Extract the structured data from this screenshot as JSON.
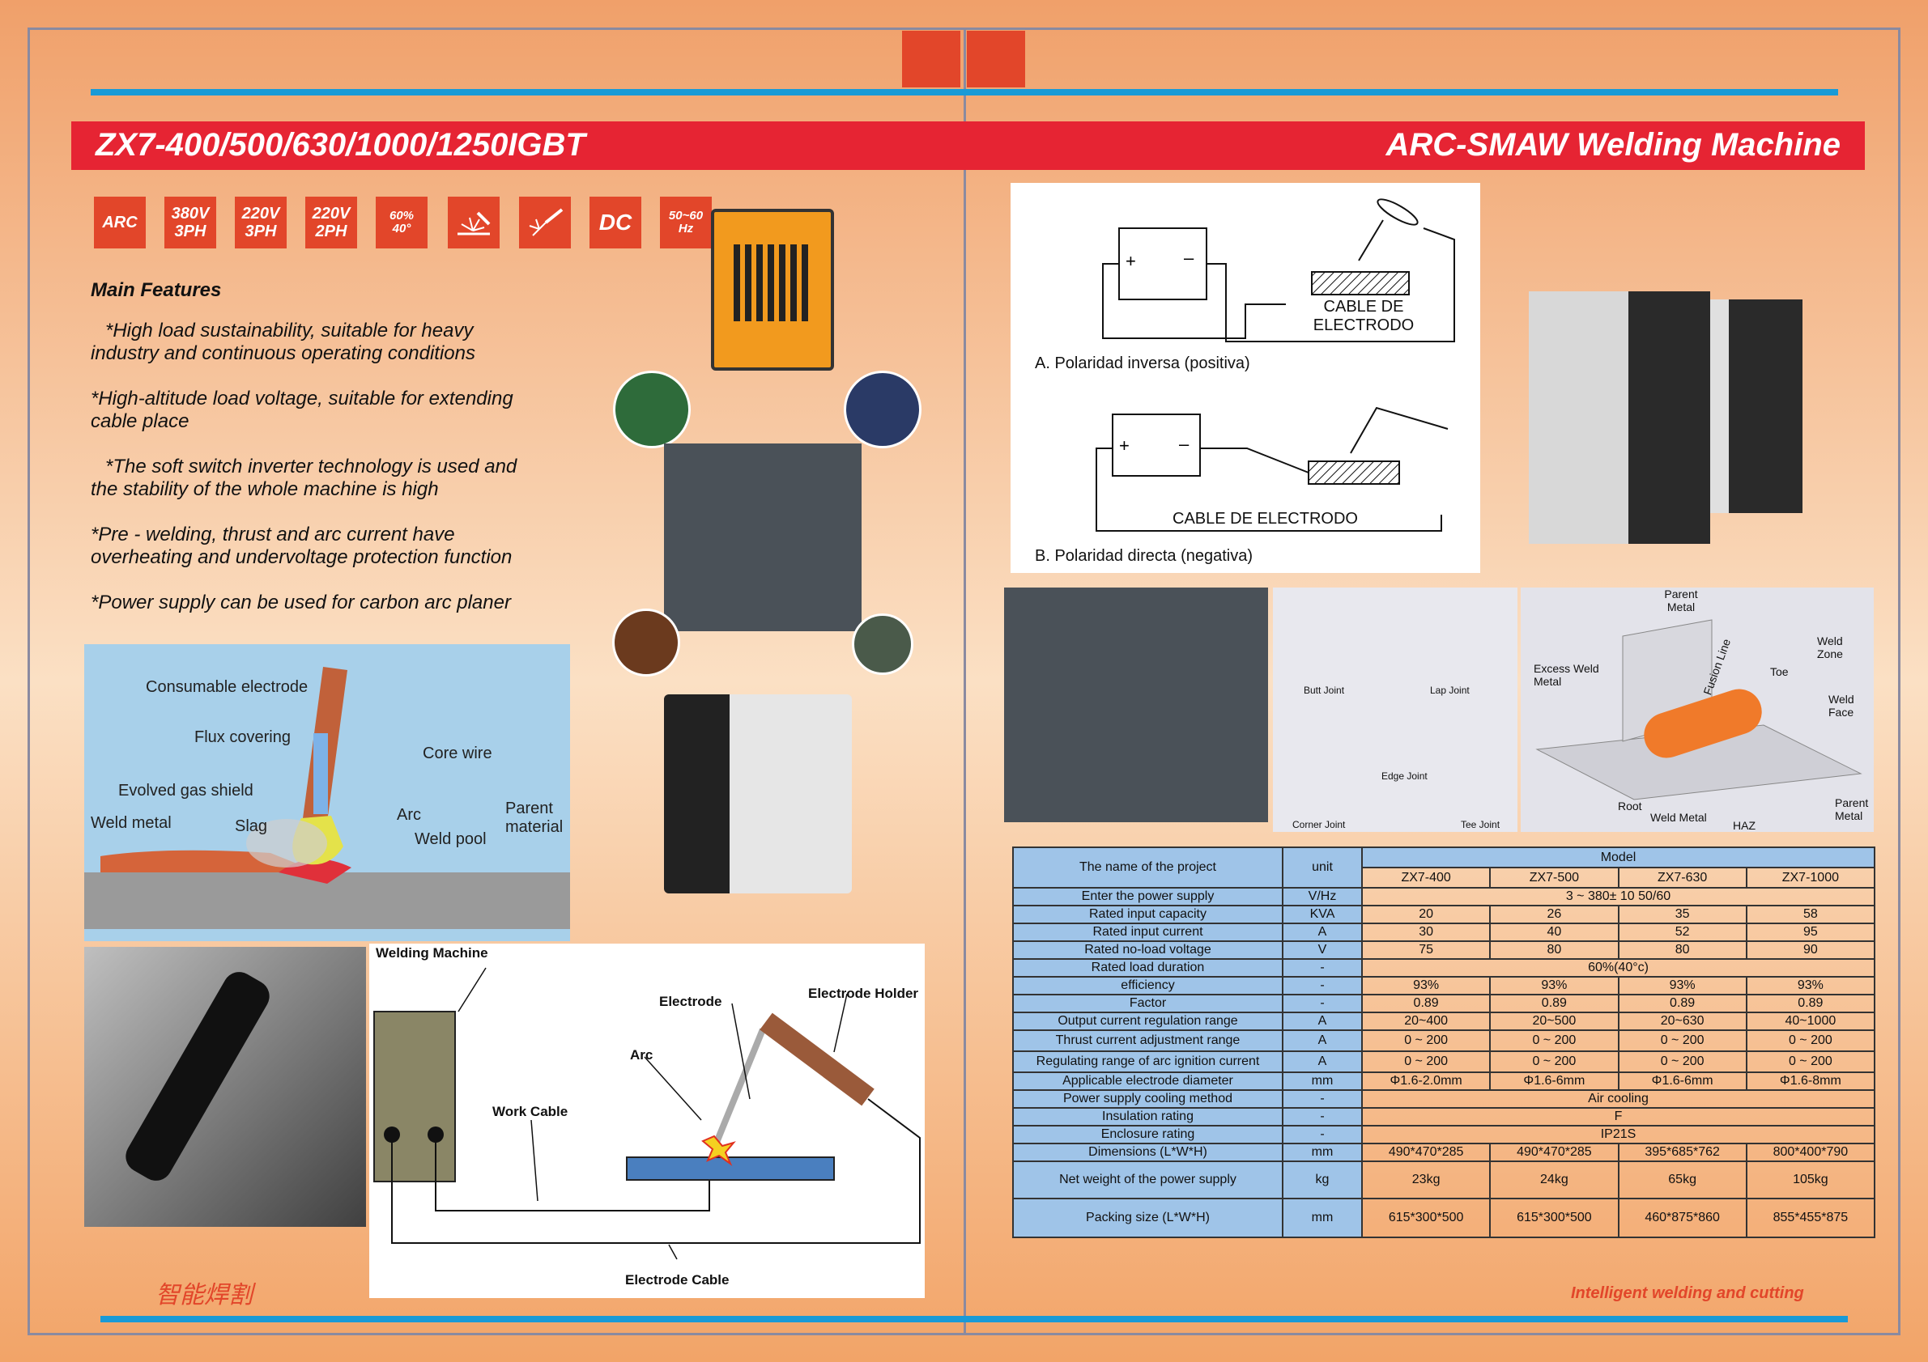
{
  "header": {
    "left_title": "ZX7-400/500/630/1000/1250IGBT",
    "right_title": "ARC-SMAW Welding Machine"
  },
  "badges": [
    {
      "top": "ARC",
      "bottom": ""
    },
    {
      "top": "380V",
      "bottom": "3PH"
    },
    {
      "top": "220V",
      "bottom": "3PH"
    },
    {
      "top": "220V",
      "bottom": "2PH"
    },
    {
      "top": "60%",
      "bottom": "40°"
    },
    {
      "top": "",
      "bottom": ""
    },
    {
      "top": "",
      "bottom": ""
    },
    {
      "top": "DC",
      "bottom": ""
    },
    {
      "top": "50~60",
      "bottom": "Hz"
    }
  ],
  "features": {
    "heading": "Main Features",
    "items": [
      "*High load sustainability, suitable for heavy industry and continuous operating conditions",
      "*High-altitude load voltage, suitable for extending cable place",
      "*The soft switch inverter technology is used and the stability of the whole machine is high",
      "*Pre - welding, thrust and arc current have overheating and undervoltage protection function",
      "*Power supply can be used for carbon arc planer"
    ]
  },
  "electrode_diagram": {
    "labels": [
      "Consumable electrode",
      "Flux covering",
      "Core wire",
      "Evolved gas shield",
      "Arc",
      "Parent material",
      "Weld metal",
      "Slag",
      "Weld pool"
    ]
  },
  "circuit_diagram": {
    "labels": [
      "Welding Machine",
      "Electrode",
      "Electrode Holder",
      "Arc",
      "Work Cable",
      "Electrode Cable"
    ]
  },
  "polarity_diagram": {
    "cable_a": "CABLE DE ELECTRODO",
    "caption_a": "A. Polaridad inversa (positiva)",
    "cable_b": "CABLE DE ELECTRODO",
    "caption_b": "B. Polaridad directa (negativa)"
  },
  "joints": [
    "Butt Joint",
    "Lap Joint",
    "Edge Joint",
    "Corner Joint",
    "Tee Joint"
  ],
  "weld_zone": [
    "Parent Metal",
    "Weld Zone",
    "Excess Weld Metal",
    "Fusion Line",
    "Toe",
    "Weld Face",
    "Root",
    "Weld Metal",
    "HAZ",
    "Parent Metal"
  ],
  "spec_table": {
    "col_name": "The name of the project",
    "col_unit": "unit",
    "col_model": "Model",
    "models": [
      "ZX7-400",
      "ZX7-500",
      "ZX7-630",
      "ZX7-1000"
    ],
    "rows": [
      {
        "name": "Enter the power supply",
        "unit": "V/Hz",
        "span": "3 ~ 380± 10 50/60"
      },
      {
        "name": "Rated input capacity",
        "unit": "KVA",
        "vals": [
          "20",
          "26",
          "35",
          "58"
        ]
      },
      {
        "name": "Rated input current",
        "unit": "A",
        "vals": [
          "30",
          "40",
          "52",
          "95"
        ]
      },
      {
        "name": "Rated no-load voltage",
        "unit": "V",
        "vals": [
          "75",
          "80",
          "80",
          "90"
        ]
      },
      {
        "name": "Rated load duration",
        "unit": "-",
        "span": "60%(40°c)"
      },
      {
        "name": "efficiency",
        "unit": "-",
        "vals": [
          "93%",
          "93%",
          "93%",
          "93%"
        ]
      },
      {
        "name": "Factor",
        "unit": "-",
        "vals": [
          "0.89",
          "0.89",
          "0.89",
          "0.89"
        ]
      },
      {
        "name": "Output current regulation range",
        "unit": "A",
        "vals": [
          "20~400",
          "20~500",
          "20~630",
          "40~1000"
        ]
      },
      {
        "name": "Thrust current adjustment range",
        "unit": "A",
        "vals": [
          "0 ~ 200",
          "0 ~ 200",
          "0 ~ 200",
          "0 ~ 200"
        ]
      },
      {
        "name": "Regulating range of arc ignition current",
        "unit": "A",
        "vals": [
          "0 ~ 200",
          "0 ~ 200",
          "0 ~ 200",
          "0 ~ 200"
        ]
      },
      {
        "name": "Applicable electrode diameter",
        "unit": "mm",
        "vals": [
          "Φ1.6-2.0mm",
          "Φ1.6-6mm",
          "Φ1.6-6mm",
          "Φ1.6-8mm"
        ]
      },
      {
        "name": "Power supply cooling method",
        "unit": "-",
        "span": "Air cooling"
      },
      {
        "name": "Insulation rating",
        "unit": "-",
        "span": "F"
      },
      {
        "name": "Enclosure rating",
        "unit": "-",
        "span": "IP21S"
      },
      {
        "name": "Dimensions (L*W*H)",
        "unit": "mm",
        "vals": [
          "490*470*285",
          "490*470*285",
          "395*685*762",
          "800*400*790"
        ]
      },
      {
        "name": "Net weight of the power supply",
        "unit": "kg",
        "vals": [
          "23kg",
          "24kg",
          "65kg",
          "105kg"
        ]
      },
      {
        "name": "Packing size (L*W*H)",
        "unit": "mm",
        "vals": [
          "615*300*500",
          "615*300*500",
          "460*875*860",
          "855*455*875"
        ]
      }
    ]
  },
  "footer": {
    "left_cn": "智能焊割",
    "right_en": "Intelligent welding and cutting"
  },
  "colors": {
    "accent_red": "#e62433",
    "badge_orange": "#e2462a",
    "line_blue": "#1a9ad6",
    "table_blue": "#9fc4e8"
  }
}
